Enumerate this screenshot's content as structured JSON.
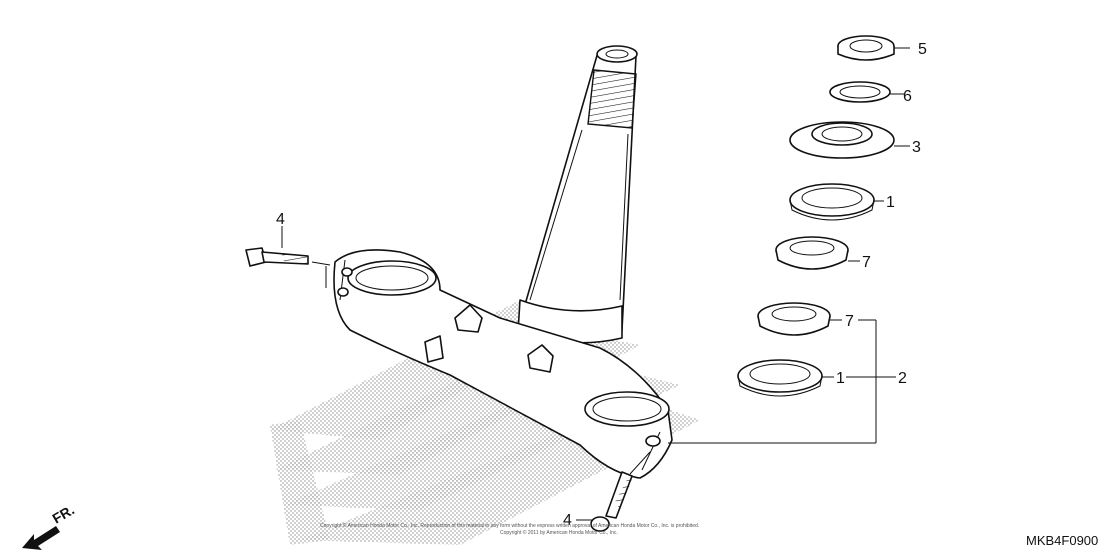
{
  "diagram": {
    "callouts": [
      {
        "id": "5a",
        "label": "5"
      },
      {
        "id": "6a",
        "label": "6"
      },
      {
        "id": "3a",
        "label": "3"
      },
      {
        "id": "1a",
        "label": "1"
      },
      {
        "id": "7a",
        "label": "7"
      },
      {
        "id": "7b",
        "label": "7"
      },
      {
        "id": "1b",
        "label": "1"
      },
      {
        "id": "2a",
        "label": "2"
      },
      {
        "id": "4a",
        "label": "4"
      },
      {
        "id": "4b",
        "label": "4"
      }
    ],
    "front_indicator": "FR.",
    "figure_code": "MKB4F0900",
    "copyright": "Copyright © American Honda Motor Co., Inc. Reproduction of this material in any form without the express written approval of American Honda Motor Co., Inc. is prohibited.",
    "copyright_line2": "Copyright © 2011 by American Honda Motor Co., Inc."
  }
}
